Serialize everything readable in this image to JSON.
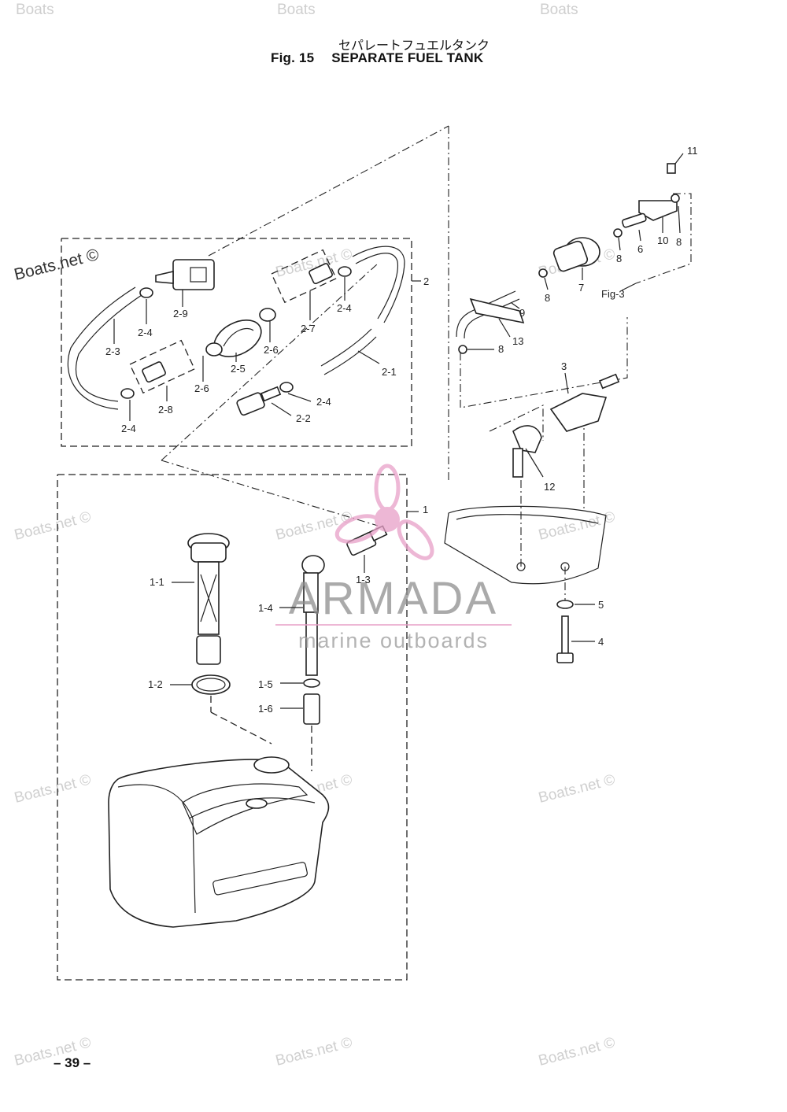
{
  "header": {
    "title_jp": "セパレートフュエルタンク",
    "fig_label": "Fig. 15",
    "title_en": "SEPARATE FUEL TANK"
  },
  "footer": {
    "page_number": "– 39 –"
  },
  "watermarks": {
    "boats_net": "Boats.net ©",
    "boats_top": "Boats"
  },
  "logo": {
    "brand": "ARMADA",
    "tagline": "marine outboards",
    "accent_color": "#e8a0c8"
  },
  "callouts": {
    "p2": "2",
    "p2_9": "2-9",
    "p2_4": "2-4",
    "p2_3": "2-3",
    "p2_5": "2-5",
    "p2_6": "2-6",
    "p2_7": "2-7",
    "p2_1": "2-1",
    "p2_8": "2-8",
    "p2_2": "2-2",
    "p1": "1",
    "p1_1": "1-1",
    "p1_2": "1-2",
    "p1_3": "1-3",
    "p1_4": "1-4",
    "p1_5": "1-5",
    "p1_6": "1-6",
    "p3": "3",
    "p4": "4",
    "p5": "5",
    "p6": "6",
    "p7": "7",
    "p8": "8",
    "p9": "9",
    "p10": "10",
    "p11": "11",
    "p12": "12",
    "p13": "13",
    "fig3": "Fig-3"
  }
}
